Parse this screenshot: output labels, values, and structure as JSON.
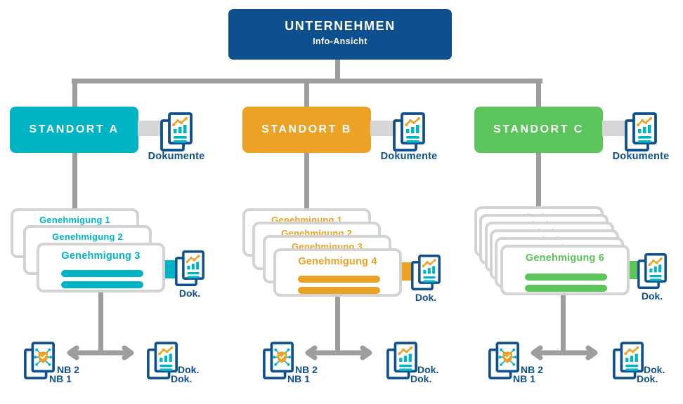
{
  "root": {
    "title": "UNTERNEHMEN",
    "subtitle": "Info-Ansicht"
  },
  "columns": [
    {
      "title": "STANDORT A",
      "documents_label": "Dokumente",
      "dok_label": "Dok.",
      "permits": [
        "Genehmigung 1",
        "Genehmigung 2",
        "Genehmigung 3"
      ],
      "bottom": {
        "nb2": "NB 2",
        "nb1": "NB 1",
        "dok2": "Dok.",
        "dok1": "Dok."
      }
    },
    {
      "title": "STANDORT B",
      "documents_label": "Dokumente",
      "dok_label": "Dok.",
      "permits": [
        "Genehmigung 1",
        "Genehmigung 2",
        "Genehmigung 3",
        "Genehmigung 4"
      ],
      "bottom": {
        "nb2": "NB 2",
        "nb1": "NB 1",
        "dok2": "Dok.",
        "dok1": "Dok."
      }
    },
    {
      "title": "STANDORT C",
      "documents_label": "Dokumente",
      "dok_label": "Dok.",
      "permits": [
        "Genehmigung 1",
        "Genehmigung 2",
        "Genehmigung 3",
        "Genehmigung 4",
        "Genehmigung 5",
        "Genehmigung 6"
      ],
      "bottom": {
        "nb2": "NB 2",
        "nb1": "NB 1",
        "dok2": "Dok.",
        "dok1": "Dok."
      }
    }
  ],
  "colors": {
    "navy": "#0E4F8E",
    "teal": "#00B4C6",
    "orange": "#ECA224",
    "green": "#5BC45A",
    "line_gray": "#9D9D9D",
    "connector_gray": "#D6D6D6",
    "card_border": "#D3D3D3"
  }
}
